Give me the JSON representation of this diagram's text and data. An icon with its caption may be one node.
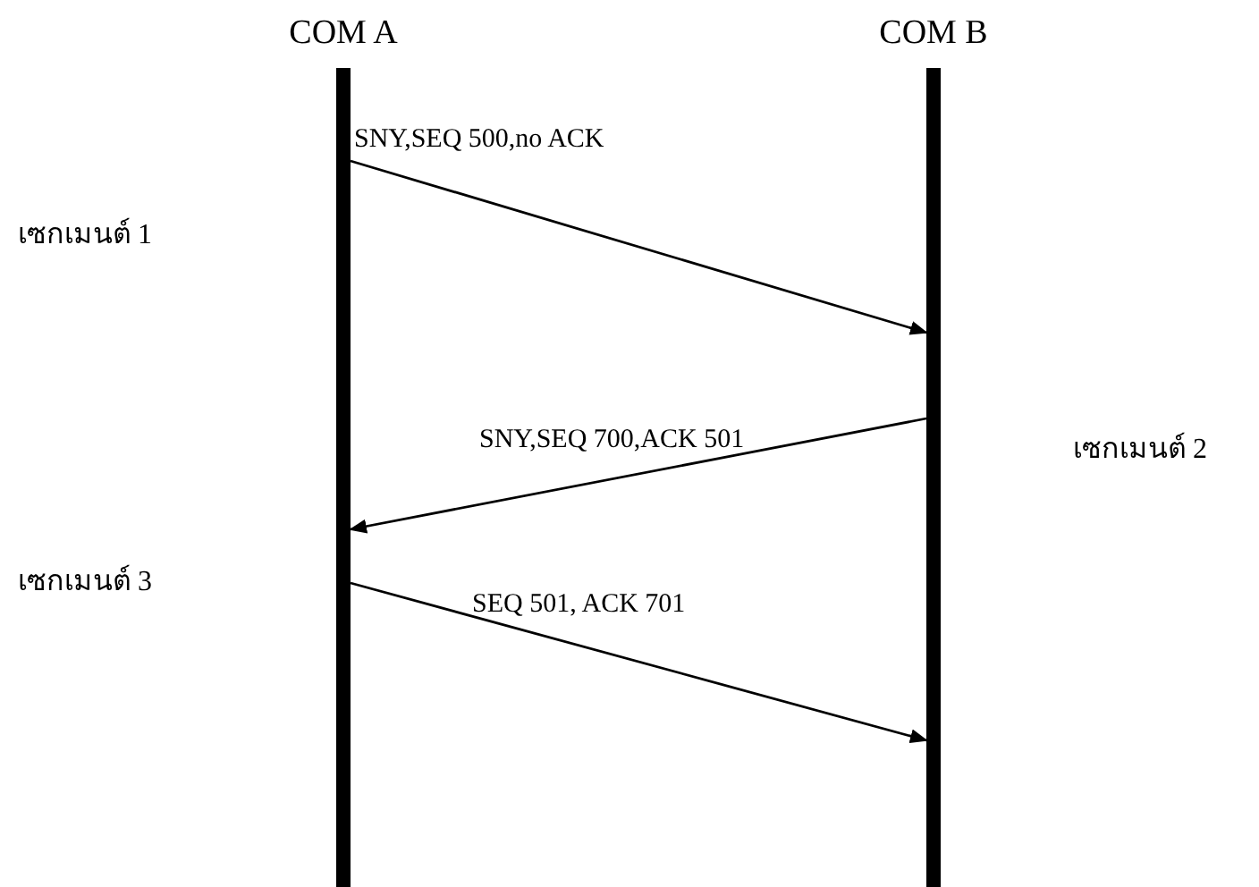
{
  "diagram": {
    "nodes": [
      {
        "text": [
          "COM A"
        ]
      },
      {
        "text": [
          "COM B"
        ]
      }
    ],
    "edges": [
      {
        "from": 0,
        "to": 1,
        "arrow": "to",
        "label": "SNY,SEQ 500,no ACK"
      },
      {
        "from": 1,
        "to": 0,
        "arrow": "to",
        "label": "SNY,SEQ 700,ACK 501"
      },
      {
        "from": 0,
        "to": 1,
        "arrow": "to",
        "label": "SEQ 501, ACK 701"
      }
    ],
    "labels": [
      "เซกเมนต์ 1",
      "เซกเมนต์ 2",
      "เซกเมนต์ 3"
    ]
  }
}
